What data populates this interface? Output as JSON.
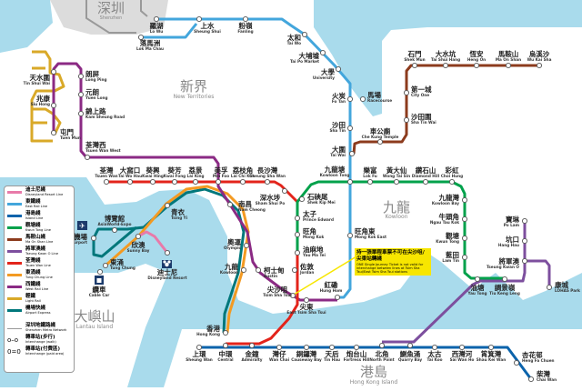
{
  "regions": {
    "shenzhen": {
      "zh": "深圳",
      "en": "Shenzhen"
    },
    "new_territories": {
      "zh": "新界",
      "en": "New Territories"
    },
    "kowloon": {
      "zh": "九龍",
      "en": "Kowloon"
    },
    "lantau": {
      "zh": "大嶼山",
      "en": "Lantau Island"
    },
    "hk_island": {
      "zh": "港島",
      "en": "Hong Kong Island"
    }
  },
  "colors": {
    "water": "#a9dbec",
    "land": "#ffffff",
    "shenzhen": "#dcdcdc",
    "east_rail": "#43a6dc",
    "ma_on_shan": "#8c3b1d",
    "west_rail": "#8b2a84",
    "tsuen_wan": "#e3241b",
    "kwun_tong": "#00a14b",
    "tseung_kwan_o": "#7d4f9e",
    "island": "#0b63ab",
    "tung_chung": "#f39a22",
    "airport_express": "#00777b",
    "disneyland": "#e87aa9",
    "light_rail": "#d9a928",
    "shenzhen_metro": "#999999",
    "note_bg": "#f7e600"
  },
  "stations": {
    "lo_wu": {
      "zh": "羅湖",
      "en": "Lo Wu"
    },
    "lok_ma_chau": {
      "zh": "落馬洲",
      "en": "Lok Ma Chau"
    },
    "sheung_shui": {
      "zh": "上水",
      "en": "Sheung Shui"
    },
    "fanling": {
      "zh": "粉嶺",
      "en": "Fanling"
    },
    "tai_wo": {
      "zh": "太和",
      "en": "Tai Wo"
    },
    "tai_po_market": {
      "zh": "大埔墟",
      "en": "Tai Po Market"
    },
    "university": {
      "zh": "大學",
      "en": "University"
    },
    "fo_tan": {
      "zh": "火炭",
      "en": "Fo Tan"
    },
    "racecourse": {
      "zh": "馬場",
      "en": "Racecourse"
    },
    "sha_tin": {
      "zh": "沙田",
      "en": "Sha Tin"
    },
    "tai_wai": {
      "zh": "大圍",
      "en": "Tai Wai"
    },
    "kowloon_tong": {
      "zh": "九龍塘",
      "en": "Kowloon Tong"
    },
    "mong_kok_east": {
      "zh": "旺角東",
      "en": "Mong Kok East"
    },
    "hung_hom": {
      "zh": "紅磡",
      "en": "Hung Hom"
    },
    "east_tsim_sha_tsui": {
      "zh": "尖東",
      "en": "East Tsim Sha Tsui"
    },
    "che_kung_temple": {
      "zh": "車公廟",
      "en": "Che Kung Temple"
    },
    "sha_tin_wai": {
      "zh": "沙田圍",
      "en": "Sha Tin Wai"
    },
    "city_one": {
      "zh": "第一城",
      "en": "City One"
    },
    "shek_mun": {
      "zh": "石門",
      "en": "Shek Mun"
    },
    "tai_shui_hang": {
      "zh": "大水坑",
      "en": "Tai Shui Hang"
    },
    "heng_on": {
      "zh": "恆安",
      "en": "Heng On"
    },
    "ma_on_shan": {
      "zh": "馬鞍山",
      "en": "Ma On Shan"
    },
    "wu_kai_sha": {
      "zh": "烏溪沙",
      "en": "Wu Kai Sha"
    },
    "tin_shui_wai": {
      "zh": "天水圍",
      "en": "Tin Shui Wai"
    },
    "siu_hong": {
      "zh": "兆康",
      "en": "Siu Hong"
    },
    "tuen_mun": {
      "zh": "屯門",
      "en": "Tuen Mun"
    },
    "long_ping": {
      "zh": "朗屏",
      "en": "Long Ping"
    },
    "yuen_long": {
      "zh": "元朗",
      "en": "Yuen Long"
    },
    "kam_sheung_road": {
      "zh": "錦上路",
      "en": "Kam Sheung Road"
    },
    "tsuen_wan_west": {
      "zh": "荃灣西",
      "en": "Tsuen Wan West"
    },
    "mei_foo": {
      "zh": "美孚",
      "en": "Mei Foo"
    },
    "nam_cheong": {
      "zh": "南昌",
      "en": "Nam Cheong"
    },
    "austin": {
      "zh": "柯士甸",
      "en": "Austin"
    },
    "tsuen_wan": {
      "zh": "荃灣",
      "en": "Tsuen Wan"
    },
    "tai_wo_hau": {
      "zh": "大窩口",
      "en": "Tai Wo Hau"
    },
    "kwai_hing": {
      "zh": "葵興",
      "en": "Kwai Hing"
    },
    "kwai_fong": {
      "zh": "葵芳",
      "en": "Kwai Fong"
    },
    "lai_king": {
      "zh": "荔景",
      "en": "Lai King"
    },
    "lai_chi_kok": {
      "zh": "荔枝角",
      "en": "Lai Chi Kok"
    },
    "cheung_sha_wan": {
      "zh": "長沙灣",
      "en": "Cheung Sha Wan"
    },
    "sham_shui_po": {
      "zh": "深水埗",
      "en": "Sham Shui Po"
    },
    "prince_edward": {
      "zh": "太子",
      "en": "Prince Edward"
    },
    "mong_kok": {
      "zh": "旺角",
      "en": "Mong Kok"
    },
    "yau_ma_tei": {
      "zh": "油麻地",
      "en": "Yau Ma Tei"
    },
    "jordan": {
      "zh": "佐敦",
      "en": "Jordan"
    },
    "tsim_sha_tsui": {
      "zh": "尖沙咀",
      "en": "Tsim Sha Tsui"
    },
    "admiralty": {
      "zh": "金鐘",
      "en": "Admiralty"
    },
    "central": {
      "zh": "中環",
      "en": "Central"
    },
    "shek_kip_mei": {
      "zh": "石硤尾",
      "en": "Shek Kip Mei"
    },
    "lok_fu": {
      "zh": "樂富",
      "en": "Lok Fu"
    },
    "wong_tai_sin": {
      "zh": "黃大仙",
      "en": "Wong Tai Sin"
    },
    "diamond_hill": {
      "zh": "鑽石山",
      "en": "Diamond Hill"
    },
    "choi_hung": {
      "zh": "彩虹",
      "en": "Choi Hung"
    },
    "kowloon_bay": {
      "zh": "九龍灣",
      "en": "Kowloon Bay"
    },
    "ngau_tau_kok": {
      "zh": "牛頭角",
      "en": "Ngau Tau Kok"
    },
    "kwun_tong": {
      "zh": "觀塘",
      "en": "Kwun Tong"
    },
    "lam_tin": {
      "zh": "藍田",
      "en": "Lam Tin"
    },
    "yau_tong": {
      "zh": "油塘",
      "en": "Yau Tong"
    },
    "tiu_keng_leng": {
      "zh": "調景嶺",
      "en": "Tiu Keng Leng"
    },
    "tseung_kwan_o": {
      "zh": "將軍澳",
      "en": "Tseung Kwan O"
    },
    "hang_hau": {
      "zh": "坑口",
      "en": "Hang Hau"
    },
    "po_lam": {
      "zh": "寶琳",
      "en": "Po Lam"
    },
    "lohas_park": {
      "zh": "康城",
      "en": "LOHAS Park"
    },
    "sheung_wan": {
      "zh": "上環",
      "en": "Sheung Wan"
    },
    "wan_chai": {
      "zh": "灣仔",
      "en": "Wan Chai"
    },
    "causeway_bay": {
      "zh": "銅鑼灣",
      "en": "Causeway Bay"
    },
    "tin_hau": {
      "zh": "天后",
      "en": "Tin Hau"
    },
    "fortress_hill": {
      "zh": "炮台山",
      "en": "Fortress Hill"
    },
    "north_point": {
      "zh": "北角",
      "en": "North Point"
    },
    "quarry_bay": {
      "zh": "鰂魚涌",
      "en": "Quarry Bay"
    },
    "tai_koo": {
      "zh": "太古",
      "en": "Tai Koo"
    },
    "sai_wan_ho": {
      "zh": "西灣河",
      "en": "Sai Wan Ho"
    },
    "shau_kei_wan": {
      "zh": "筲箕灣",
      "en": "Shau Kei Wan"
    },
    "heng_fa_chuen": {
      "zh": "杏花邨",
      "en": "Heng Fa Chuen"
    },
    "chai_wan": {
      "zh": "柴灣",
      "en": "Chai Wan"
    },
    "hong_kong": {
      "zh": "香港",
      "en": "Hong Kong"
    },
    "kowloon": {
      "zh": "九龍",
      "en": "Kowloon"
    },
    "olympic": {
      "zh": "奧運",
      "en": "Olympic"
    },
    "tsing_yi": {
      "zh": "青衣",
      "en": "Tsing Yi"
    },
    "sunny_bay": {
      "zh": "欣澳",
      "en": "Sunny Bay"
    },
    "tung_chung": {
      "zh": "東涌",
      "en": "Tung Chung"
    },
    "airport": {
      "zh": "機場",
      "en": "Airport"
    },
    "asiaworld_expo": {
      "zh": "博覽館",
      "en": "AsiaWorld-Expo"
    },
    "disneyland_resort": {
      "zh": "迪士尼",
      "en": "Disneyland Resort"
    },
    "cable_car": {
      "zh": "纜車",
      "en": "Cable Car"
    }
  },
  "legend": {
    "items": [
      {
        "zh": "迪士尼綫",
        "en": "Disneyland Resort Line",
        "color_key": "disneyland"
      },
      {
        "zh": "東鐵綫",
        "en": "East Rail Line",
        "color_key": "east_rail"
      },
      {
        "zh": "港島綫",
        "en": "Island Line",
        "color_key": "island"
      },
      {
        "zh": "觀塘綫",
        "en": "Kwun Tong Line",
        "color_key": "kwun_tong"
      },
      {
        "zh": "馬鞍山綫",
        "en": "Ma On Shan Line",
        "color_key": "ma_on_shan"
      },
      {
        "zh": "將軍澳綫",
        "en": "Tseung Kwan O Line",
        "color_key": "tseung_kwan_o"
      },
      {
        "zh": "荃灣綫",
        "en": "Tsuen Wan Line",
        "color_key": "tsuen_wan"
      },
      {
        "zh": "東涌綫",
        "en": "Tung Chung Line",
        "color_key": "tung_chung"
      },
      {
        "zh": "西鐵綫",
        "en": "West Rail Line",
        "color_key": "west_rail"
      },
      {
        "zh": "輕鐵",
        "en": "Light Rail",
        "color_key": "light_rail"
      },
      {
        "zh": "機場快綫",
        "en": "Airport Express",
        "color_key": "airport_express"
      }
    ],
    "extras": [
      {
        "zh": "深圳地鐵路綫",
        "en": "Shenzhen Metro Network"
      },
      {
        "zh": "轉車站(步行)",
        "en": "Interchange (walk)"
      },
      {
        "zh": "轉車站(付費區)",
        "en": "Interchange (paid area)"
      }
    ]
  },
  "note": {
    "zh": "持一張單程車票不可在尖沙咀/尖東站轉綫",
    "en": "ONE Single Journey Ticket is not valid for interchange between lines at Tsim Sha Tsui/East Tsim Sha Tsui stations"
  }
}
